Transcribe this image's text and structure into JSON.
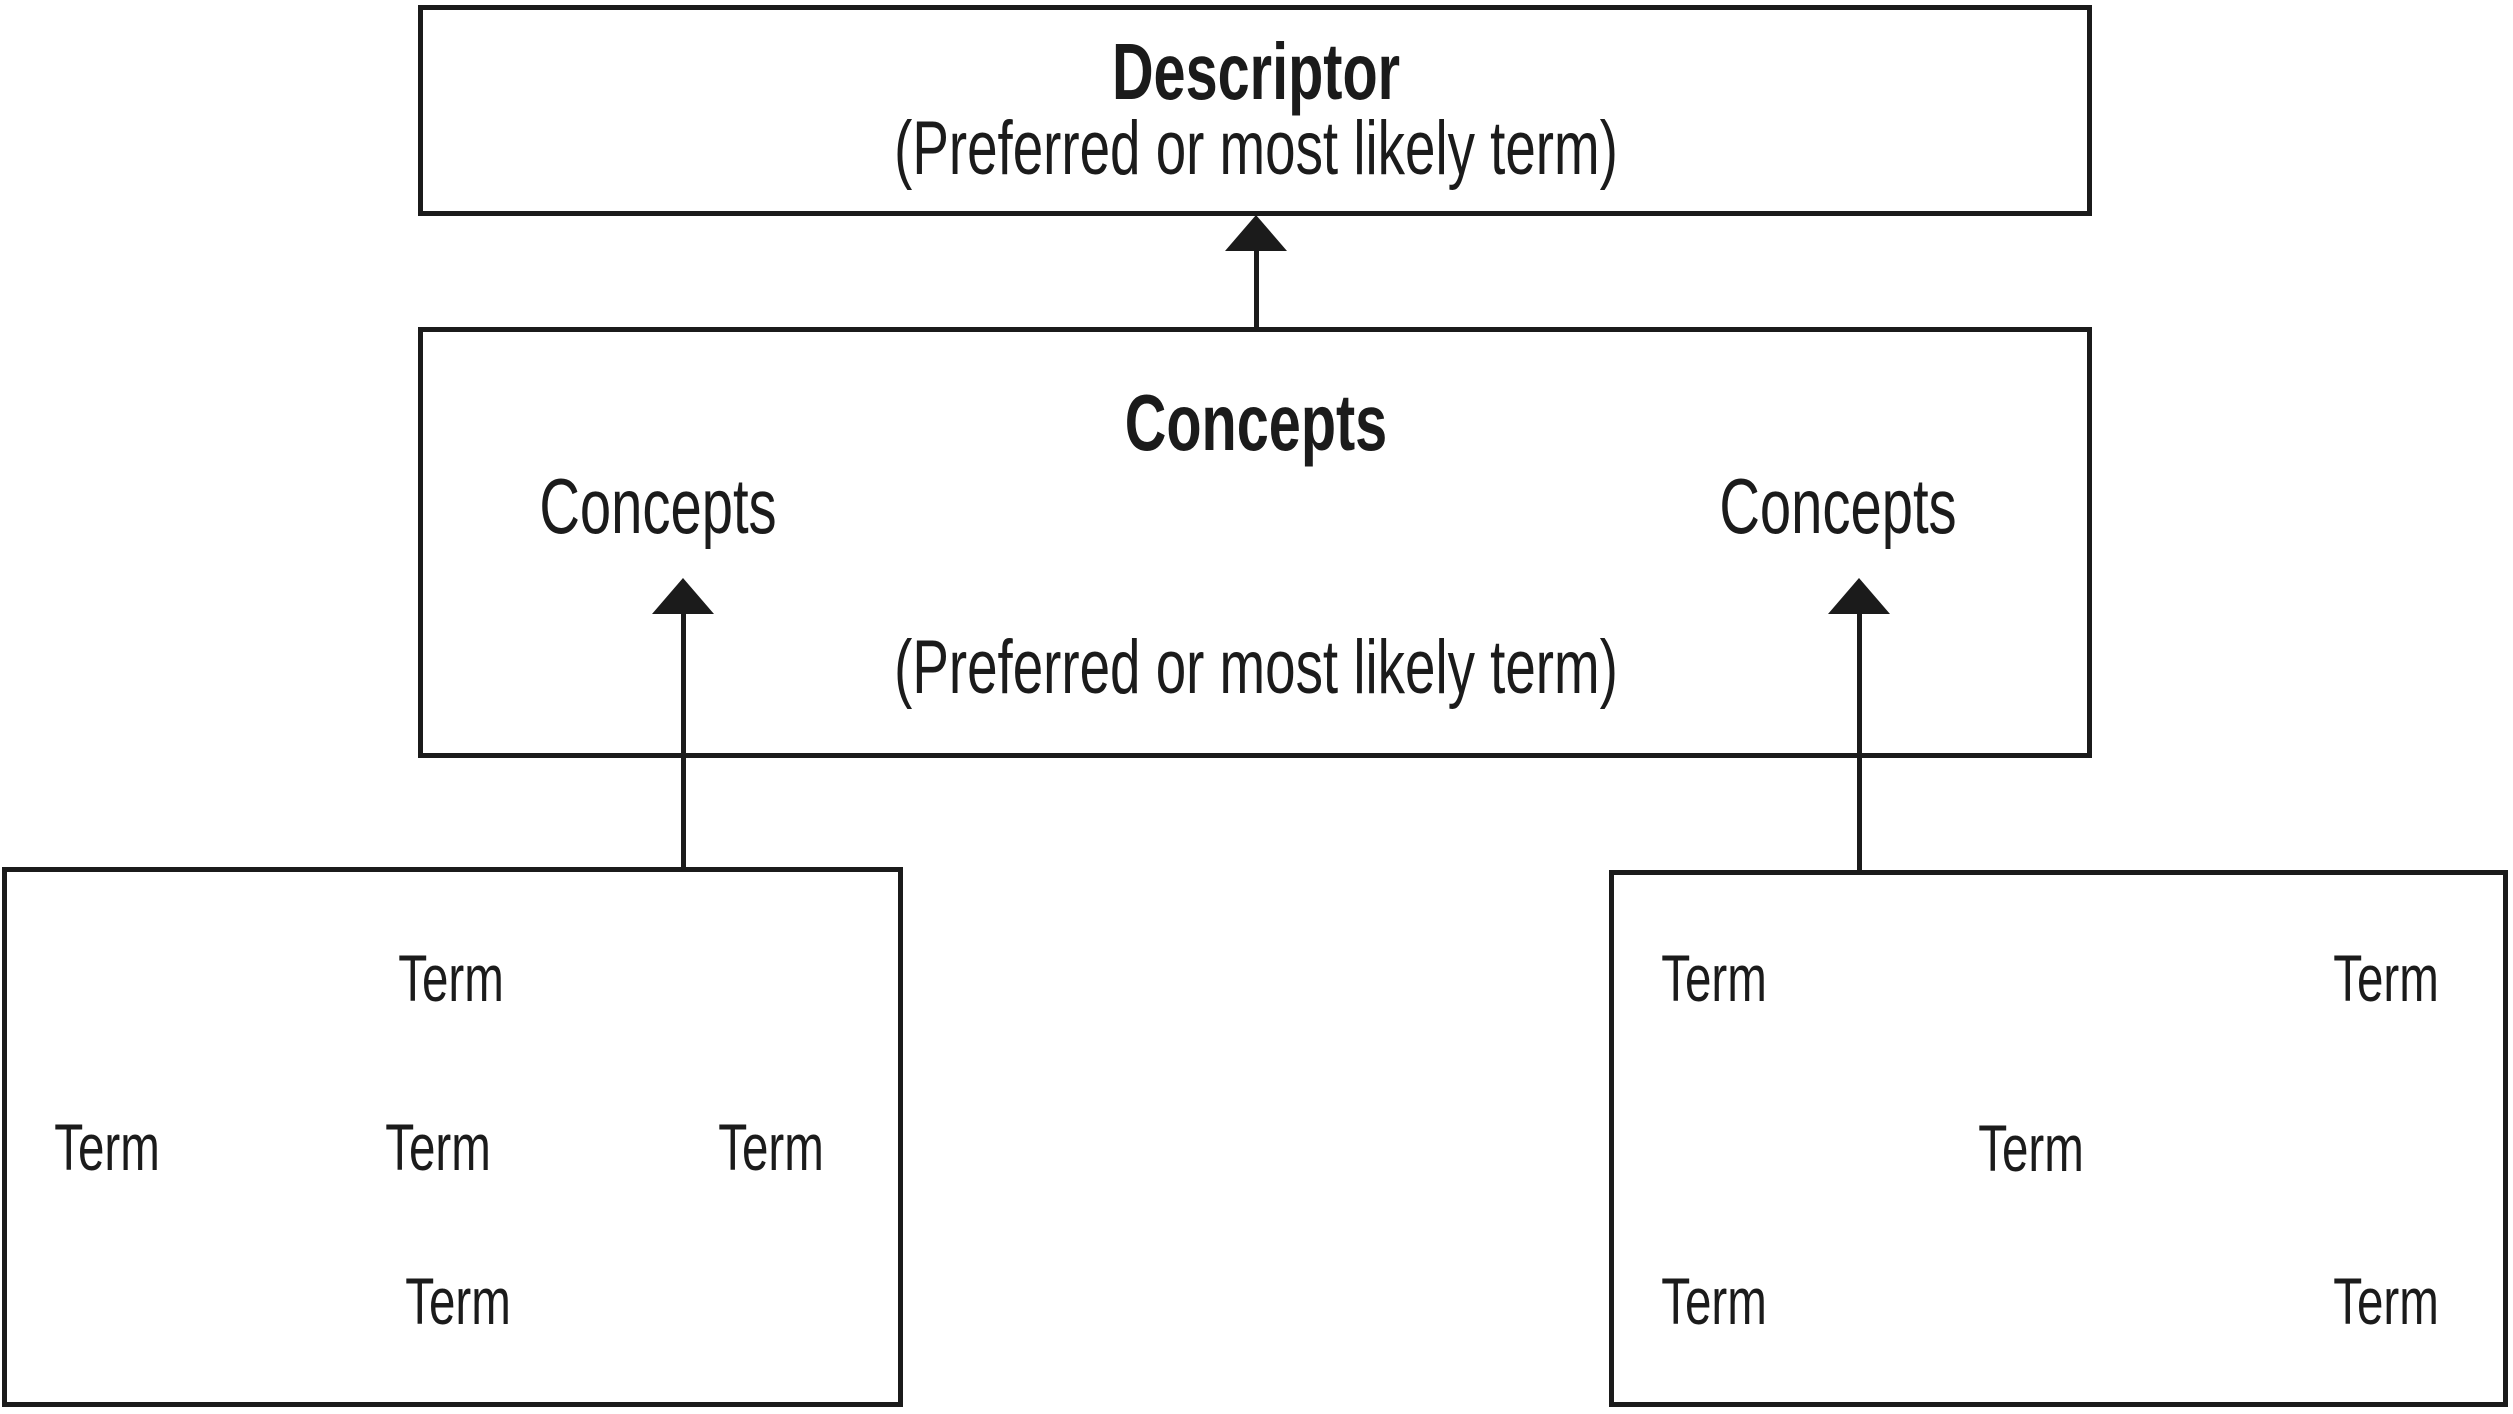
{
  "diagram": {
    "colors": {
      "ink": "#1b1b1b",
      "background": "#ffffff"
    },
    "descriptor_box": {
      "title": "Descriptor",
      "subtitle": "(Preferred or most likely term)"
    },
    "concepts_box": {
      "title": "Concepts",
      "left_label": "Concepts",
      "right_label": "Concepts",
      "subtitle": "(Preferred or most likely term)"
    },
    "left_term_box": {
      "terms": [
        "Term",
        "Term",
        "Term",
        "Term",
        "Term"
      ]
    },
    "right_term_box": {
      "terms": [
        "Term",
        "Term",
        "Term",
        "Term",
        "Term"
      ]
    }
  }
}
